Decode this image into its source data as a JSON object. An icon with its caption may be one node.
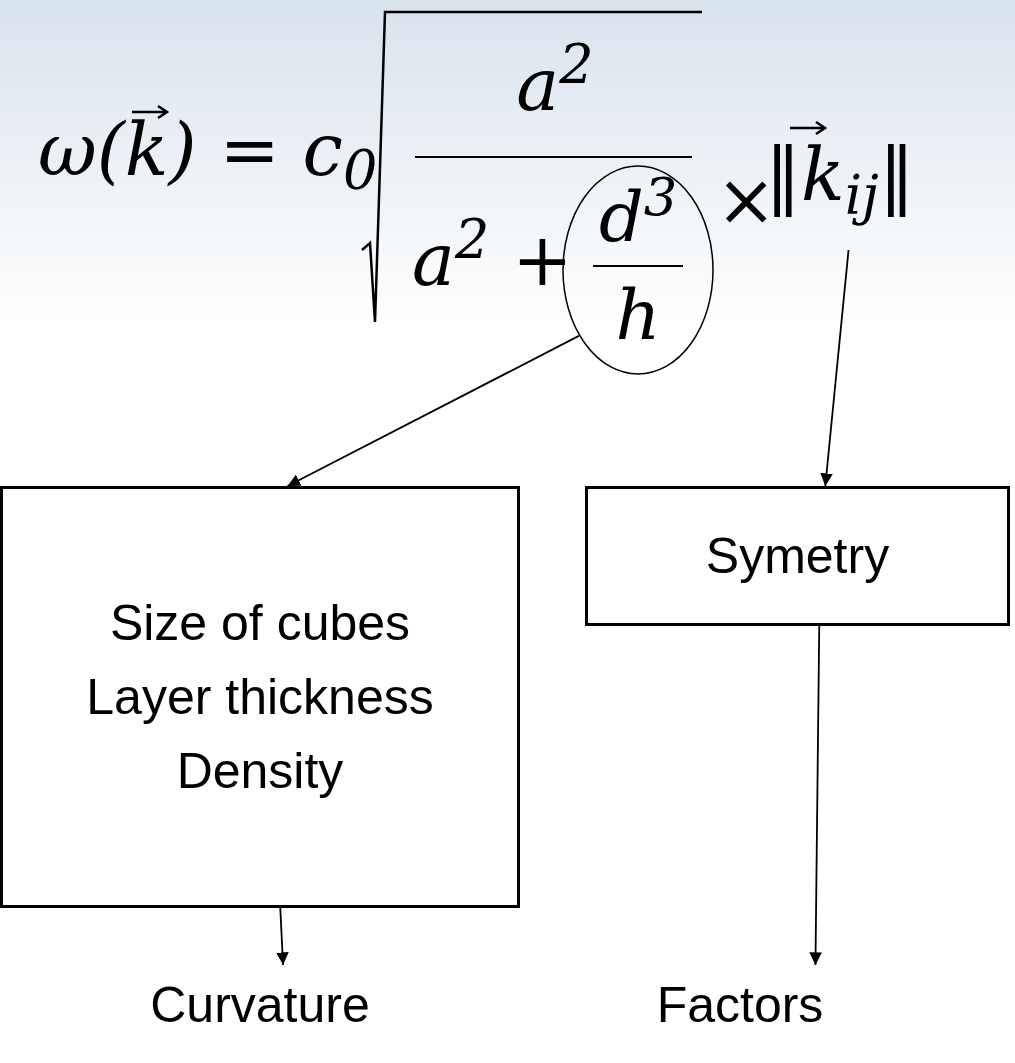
{
  "diagram": {
    "nodes": [
      {
        "text": [
          "d$^{3}$",
          "h"
        ]
      },
      {
        "text": [
          "‖k$_{ij}$‖"
        ]
      },
      {
        "text": [
          "Size of cubes",
          "Layer thickness",
          "Density"
        ]
      },
      {
        "text": [
          "Symetry"
        ]
      },
      {
        "text": [
          "Curvature"
        ]
      },
      {
        "text": [
          "Factors"
        ]
      }
    ],
    "edges": [
      {
        "from": 0,
        "to": 2,
        "arrow": "to"
      },
      {
        "from": 1,
        "to": 3,
        "arrow": "to"
      },
      {
        "from": 2,
        "to": 4,
        "arrow": "to"
      },
      {
        "from": 3,
        "to": 5,
        "arrow": "to"
      }
    ],
    "labels": [
      "ω(k) = c$_{0}$",
      "a$^{2}$",
      "a$^{2}$ +",
      "×"
    ]
  }
}
